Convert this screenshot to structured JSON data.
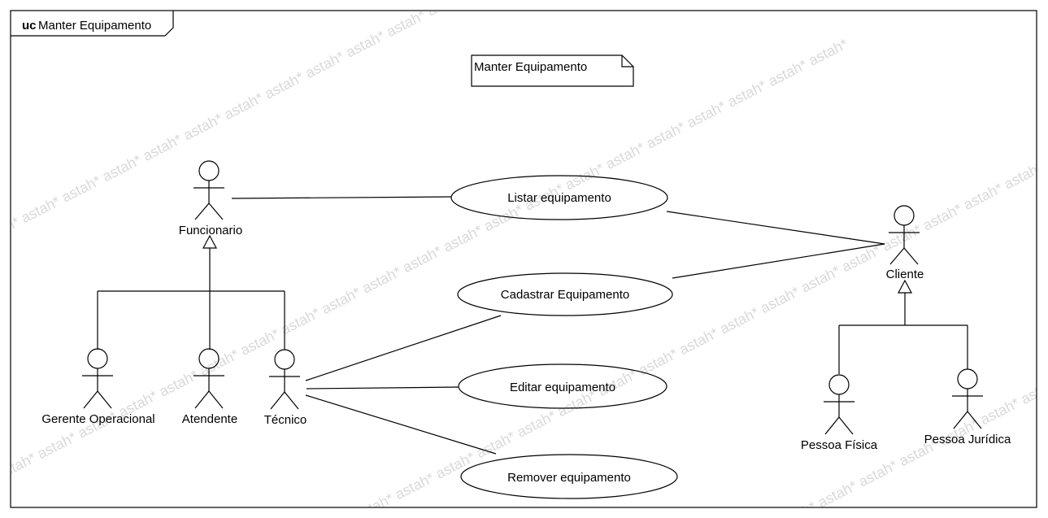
{
  "frame": {
    "keyword": "uc",
    "title": "Manter Equipamento"
  },
  "note": {
    "text": "Manter Equipamento"
  },
  "watermark": {
    "text": "astah* astah* astah* astah* astah* astah* astah* astah* astah* astah* astah* astah* astah* astah* astah* astah* astah* astah* astah* astah* astah*"
  },
  "actors": {
    "funcionario": "Funcionario",
    "gerente": "Gerente Operacional",
    "atendente": "Atendente",
    "tecnico": "Técnico",
    "cliente": "Cliente",
    "pessoa_fisica": "Pessoa Física",
    "pessoa_juridica": "Pessoa Jurídica"
  },
  "use_cases": {
    "listar": "Listar equipamento",
    "cadastrar": "Cadastrar Equipamento",
    "editar": "Editar equipamento",
    "remover": "Remover equipamento"
  }
}
